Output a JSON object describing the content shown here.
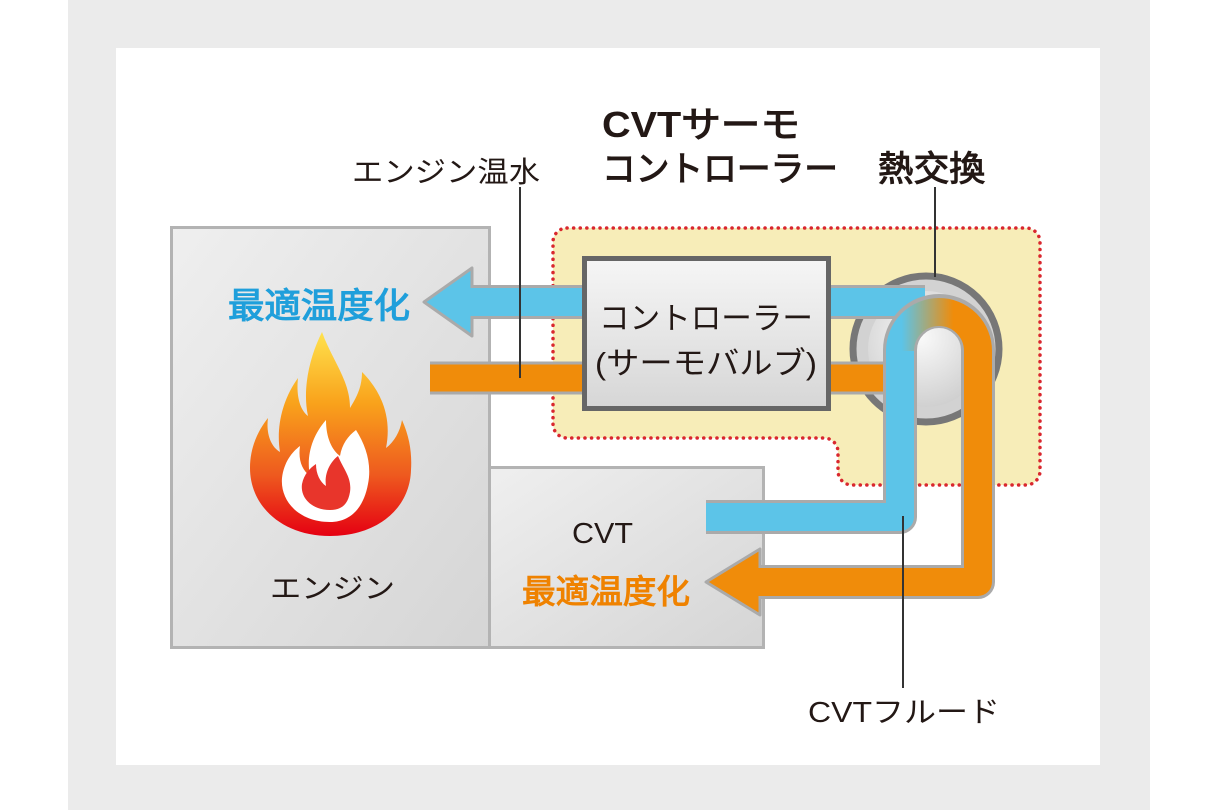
{
  "title": {
    "line1": "CVTサーモ",
    "line2": "コントローラー"
  },
  "heat_exchanger": {
    "label": "熱交換"
  },
  "engine_hot_water": {
    "label": "エンジン温水"
  },
  "controller": {
    "line1": "コントローラー",
    "line2": "(サーモバルブ)"
  },
  "engine": {
    "label": "エンジン",
    "result": "最適温度化"
  },
  "cvt": {
    "label": "CVT",
    "result": "最適温度化"
  },
  "cvt_fluid": {
    "label": "CVTフルード"
  },
  "icons": {
    "engine": "flame-icon",
    "exchanger": "heat-exchanger-icon"
  },
  "colors": {
    "frame": "#ebebeb",
    "panel": "#ffffff",
    "cool_pipe": "#5cc4e8",
    "warm_pipe": "#f08c0a",
    "pipe_outline": "#aaaaaa",
    "engine_result_text": "#1f9fdb",
    "cvt_result_text": "#ef8200",
    "zone_fill": "#f7edb8",
    "zone_border": "#d9272e",
    "text": "#231815"
  }
}
